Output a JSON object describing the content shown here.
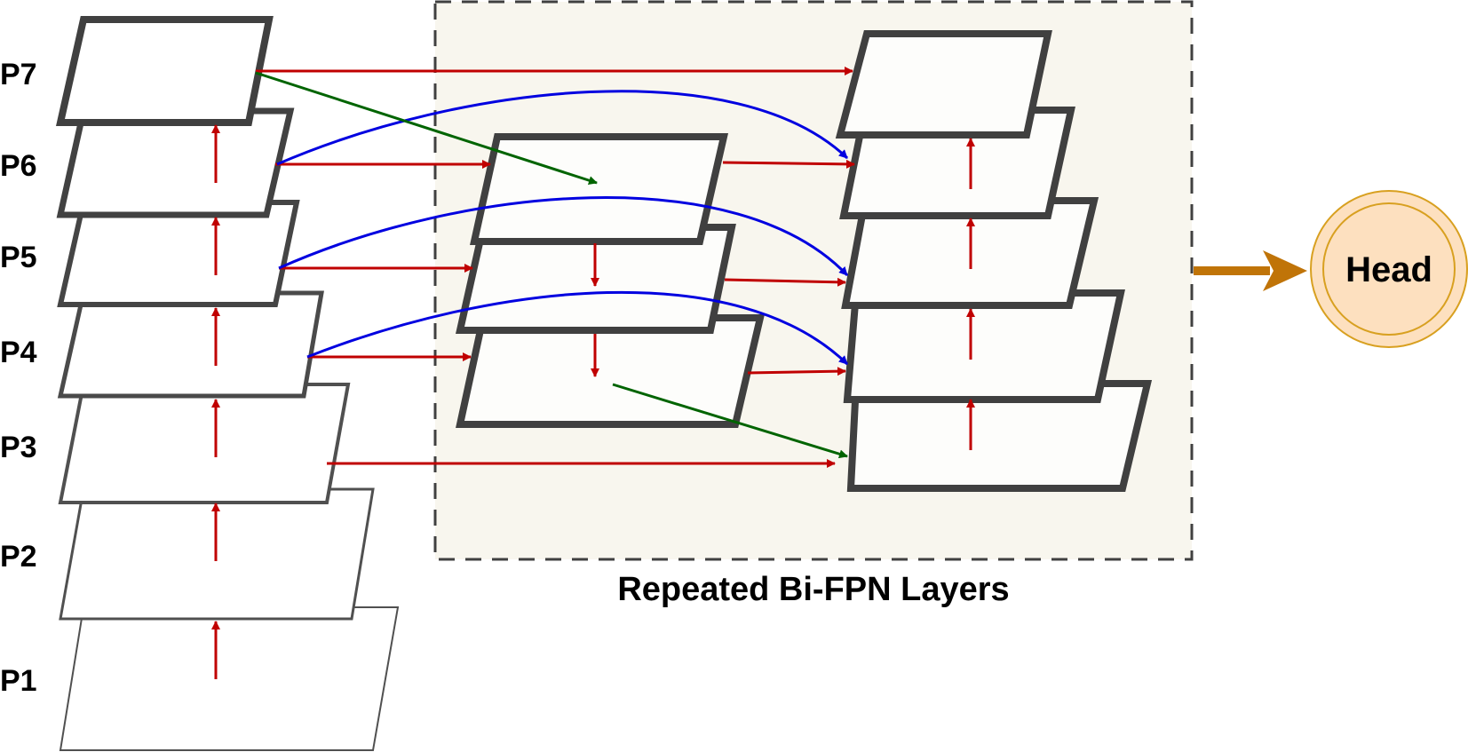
{
  "labels": {
    "levels": [
      "P7",
      "P6",
      "P5",
      "P4",
      "P3",
      "P2",
      "P1"
    ],
    "bifpn_caption": "Repeated Bi-FPN Layers",
    "head": "Head"
  },
  "colors": {
    "red_arrow": "#c00000",
    "blue_arrow": "#0000e0",
    "green_arrow": "#006400",
    "output_arrow": "#c07408",
    "frame_stroke": "#404040",
    "bifpn_box_fill": "#f8f6ee",
    "layer_fill": "#fdfdfb",
    "head_fill": "#fde0bf",
    "head_stroke": "#d8a020"
  }
}
